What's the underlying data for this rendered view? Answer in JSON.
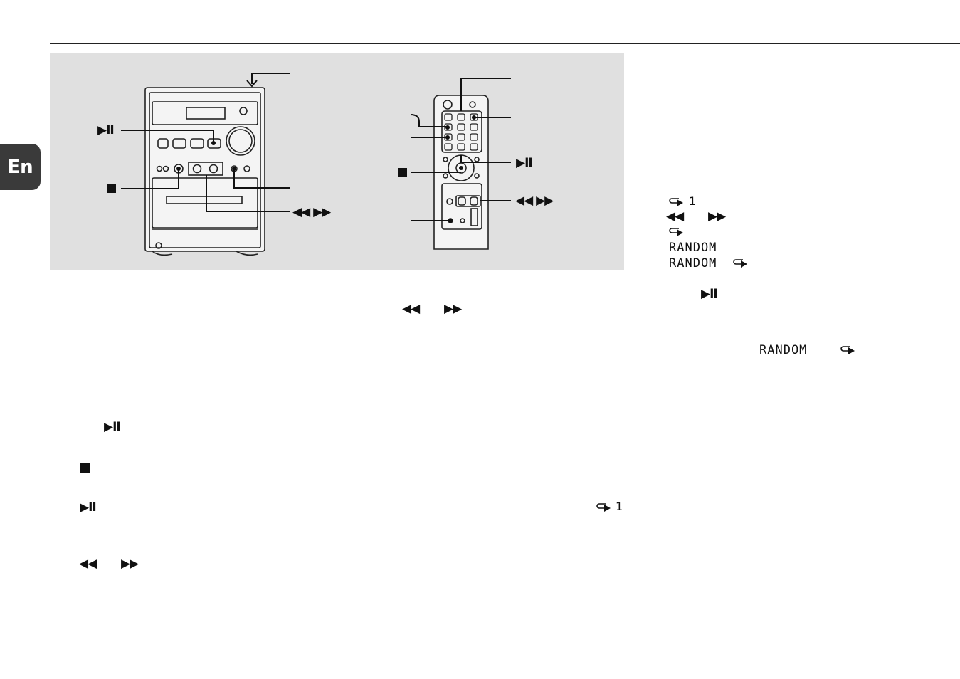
{
  "tab": {
    "label": "En"
  },
  "symbols": {
    "play_pause": "▶II",
    "stop": "■",
    "rew_ff": "◀◀  ▶▶",
    "rew": "◀◀",
    "ff": "▶▶",
    "repeat_one_num": "1"
  },
  "modes": {
    "random": "RANDOM",
    "random_repeat": "RANDOM"
  },
  "colors": {
    "panel": "#e0e0e0",
    "tab": "#3a3a3a",
    "ink": "#111111"
  }
}
